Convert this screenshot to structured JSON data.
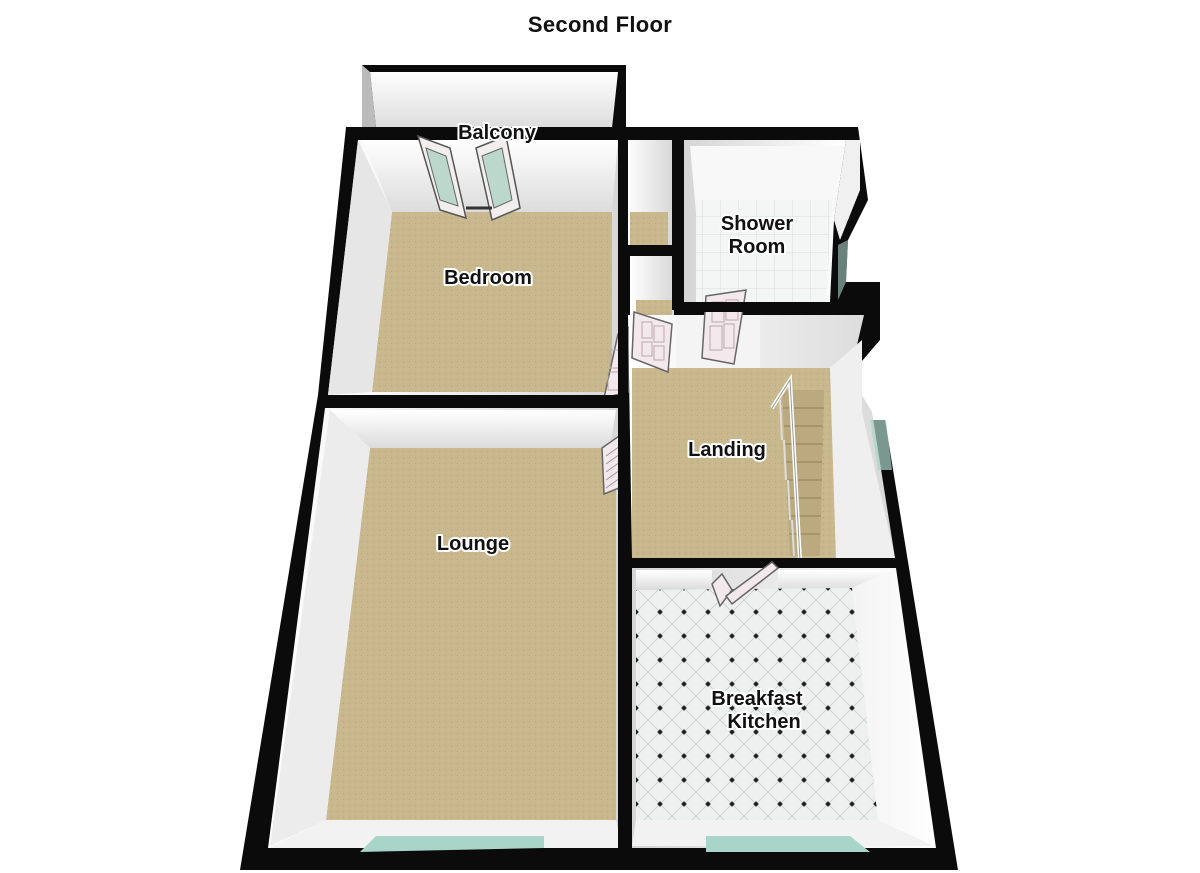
{
  "title": "Second Floor",
  "rooms": {
    "balcony": "Balcony",
    "bedroom": "Bedroom",
    "shower_line1": "Shower",
    "shower_line2": "Room",
    "landing": "Landing",
    "lounge": "Lounge",
    "kitchen_line1": "Breakfast",
    "kitchen_line2": "Kitchen"
  },
  "colors": {
    "wall": "#0b0b0b",
    "carpet": "#c9b88e",
    "tile": "#f2f4f4",
    "wall_face": "#f7f7f7",
    "window": "#a9d4c8"
  }
}
